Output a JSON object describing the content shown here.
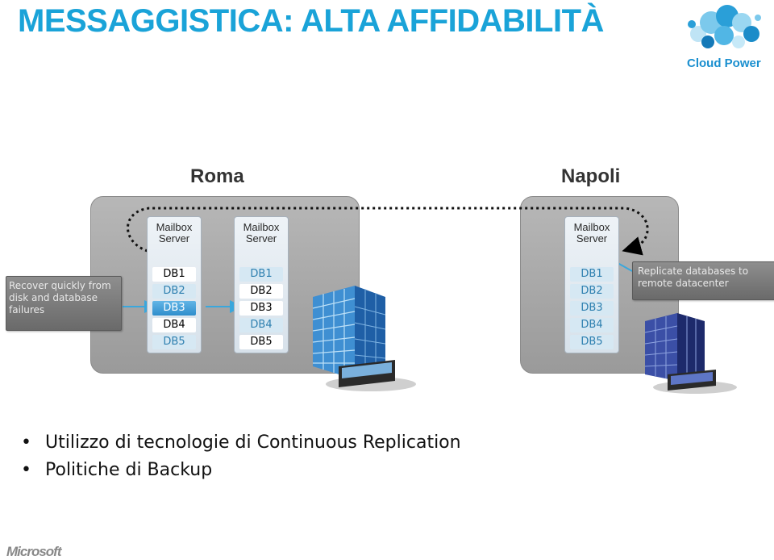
{
  "title": "MESSAGGISTICA: ALTA AFFIDABILITÀ",
  "logo": {
    "text": "Cloud Power",
    "icon": "cloud-power-logo"
  },
  "sites": {
    "left": "Roma",
    "right": "Napoli"
  },
  "servers": [
    {
      "label": "Mailbox Server",
      "dbs": [
        "DB1",
        "DB2",
        "DB3",
        "DB4",
        "DB5"
      ]
    },
    {
      "label": "Mailbox Server",
      "dbs": [
        "DB1",
        "DB2",
        "DB3",
        "DB4",
        "DB5"
      ]
    },
    {
      "label": "Mailbox Server",
      "dbs": [
        "DB1",
        "DB2",
        "DB3",
        "DB4",
        "DB5"
      ]
    }
  ],
  "callouts": {
    "left": "Recover quickly from disk and database failures",
    "right": "Replicate databases to remote datacenter"
  },
  "bullets": [
    "Utilizzo di tecnologie di Continuous Replication",
    "Politiche di Backup"
  ],
  "footer": {
    "brand": "Microsoft"
  },
  "colors": {
    "accent": "#1aa3d8",
    "active_db": "#ffffff",
    "passive_db": "#d6e8f3",
    "selected_db": "#3a9ad6",
    "connector": "#3aa7dc"
  }
}
